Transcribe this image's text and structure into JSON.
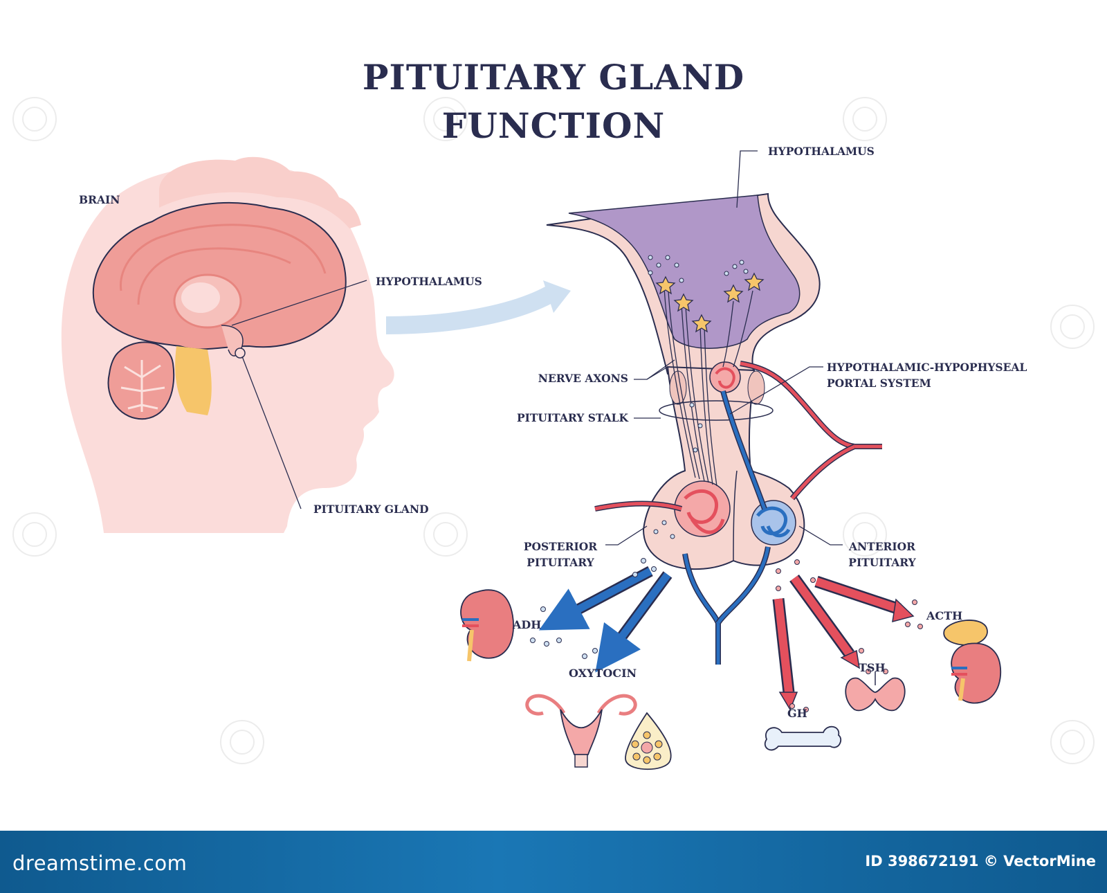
{
  "title": {
    "line1": "PITUITARY GLAND",
    "line2": "FUNCTION"
  },
  "labels": {
    "brain": "BRAIN",
    "hypothalamus_head": "HYPOTHALAMUS",
    "pituitary_gland": "PITUITARY GLAND",
    "hypothalamus_detail": "HYPOTHALAMUS",
    "nerve_axons": "NERVE AXONS",
    "pituitary_stalk": "PITUITARY STALK",
    "portal_system_line1": "HYPOTHALAMIC-HYPOPHYSEAL",
    "portal_system_line2": "PORTAL SYSTEM",
    "posterior_line1": "POSTERIOR",
    "posterior_line2": "PITUITARY",
    "anterior_line1": "ANTERIOR",
    "anterior_line2": "PITUITARY"
  },
  "hormones": {
    "adh": "ADH",
    "oxytocin": "OXYTOCIN",
    "gh": "GH",
    "tsh": "TSH",
    "acth": "ACTH"
  },
  "footer": {
    "logo": "dreamstime.com",
    "id_credit": "ID 398672191 © VectorMine"
  },
  "colors": {
    "title": "#2a2d4f",
    "hypothalamus": "#b097c8",
    "tissue": "#f6d6d0",
    "artery": "#e4505d",
    "vein": "#2a6fc0",
    "brain": "#ef9d98",
    "footer": "#1a6aa4"
  }
}
